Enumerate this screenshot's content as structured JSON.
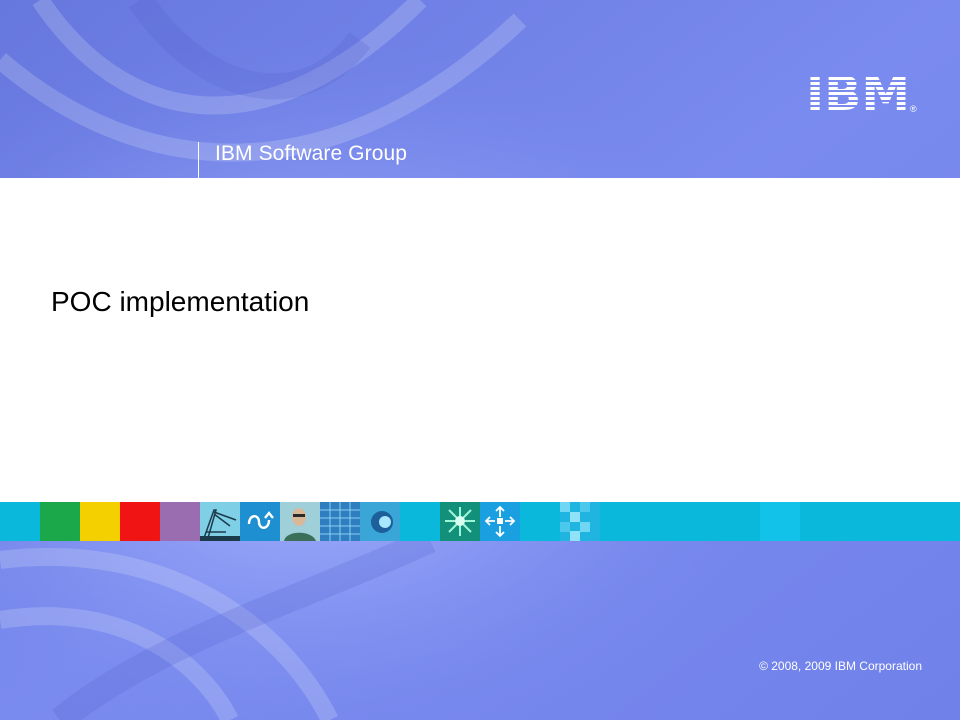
{
  "header": {
    "logo": {
      "text": "IBM",
      "registered": "®"
    },
    "group": "IBM Software Group"
  },
  "slide": {
    "title": "POC implementation"
  },
  "footer": {
    "copyright": "© 2008, 2009 IBM Corporation"
  },
  "theme": {
    "background": "#7283e8",
    "strip": "#0ab8dc",
    "tiles": [
      "#1aa84a",
      "#f5d000",
      "#f01414",
      "#9a6db0"
    ]
  }
}
